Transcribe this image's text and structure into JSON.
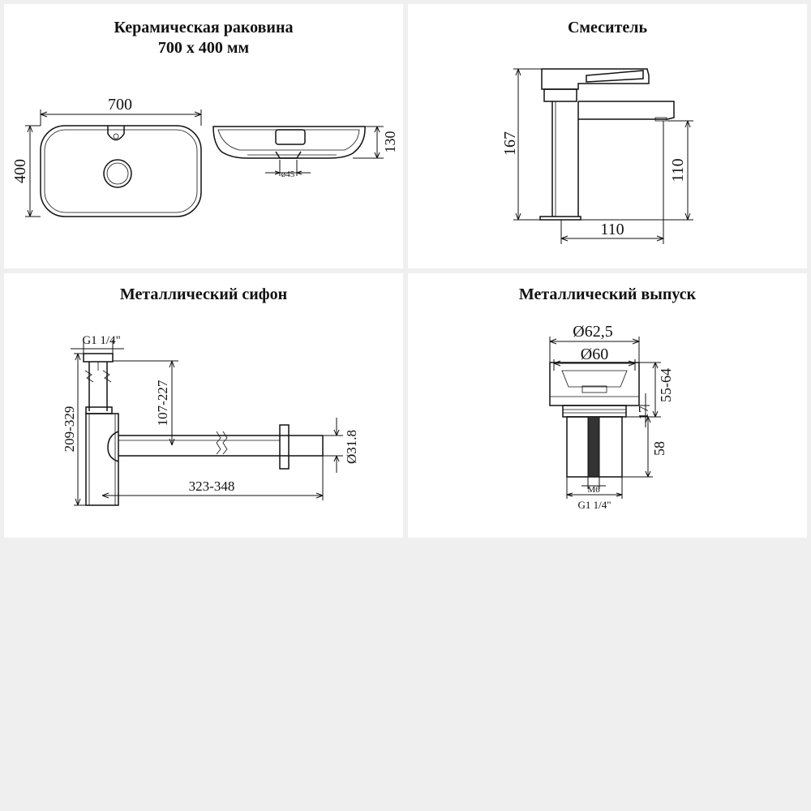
{
  "panels": {
    "sink": {
      "title_line1": "Керамическая раковина",
      "title_line2": "700 х 400 мм",
      "dim_width": "700",
      "dim_height": "400",
      "dim_depth": "130",
      "dim_drain": "ø45"
    },
    "faucet": {
      "title": "Смеситель",
      "dim_total_height": "167",
      "dim_spout_height": "110",
      "dim_spout_reach": "110"
    },
    "siphon": {
      "title": "Металлический сифон",
      "dim_thread": "G1 1/4\"",
      "dim_height_range": "209-329",
      "dim_outlet_height": "107-227",
      "dim_length": "323-348",
      "dim_pipe_diameter": "Ø31.8"
    },
    "drain": {
      "title": "Металлический выпуск",
      "dim_outer_diameter": "Ø62,5",
      "dim_inner_diameter": "Ø60",
      "dim_total_height": "55-64",
      "dim_head_height": "17",
      "dim_thread_length": "58",
      "dim_bolt": "M6",
      "dim_thread": "G1 1/4\""
    }
  }
}
